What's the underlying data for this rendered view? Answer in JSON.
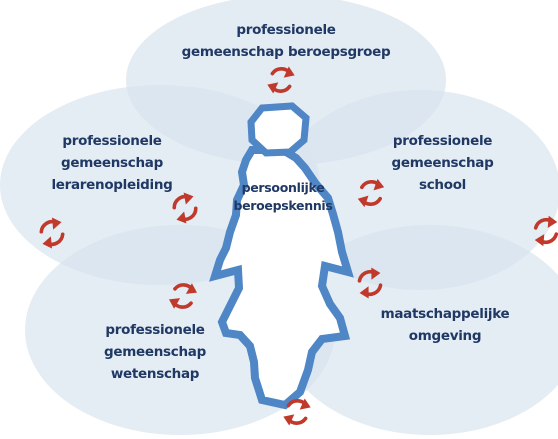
{
  "colors": {
    "ellipse_fill": "#d9e4ef",
    "figure_stroke": "#4f86c6",
    "figure_fill": "#ffffff",
    "label_text": "#1f3864",
    "cycle_arrow": "#c0392b"
  },
  "center": {
    "lines": [
      "persoonlijke",
      "beroepskennis"
    ]
  },
  "communities": [
    {
      "id": "beroepsgroep",
      "lines": [
        "professionele",
        "gemeenschap beroepsgroep"
      ]
    },
    {
      "id": "lerarenopleiding",
      "lines": [
        "professionele",
        "gemeenschap",
        "lerarenopleiding"
      ]
    },
    {
      "id": "school",
      "lines": [
        "professionele",
        "gemeenschap",
        "school"
      ]
    },
    {
      "id": "wetenschap",
      "lines": [
        "professionele",
        "gemeenschap",
        "wetenschap"
      ]
    },
    {
      "id": "maatschappij",
      "lines": [
        "maatschappelijke",
        "omgeving"
      ]
    }
  ],
  "connector_icon": "cycle-arrows-icon"
}
